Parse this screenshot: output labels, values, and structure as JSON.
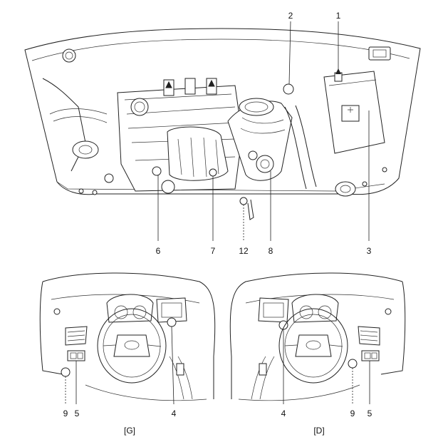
{
  "callouts": {
    "c1": "1",
    "c2": "2",
    "c3": "3",
    "c6": "6",
    "c7": "7",
    "c12": "12",
    "c8": "8",
    "c9_left": "9",
    "c5_left": "5",
    "c4_left": "4",
    "c4_right": "4",
    "c9_right": "9",
    "c5_right": "5"
  },
  "captions": {
    "left": "[G]",
    "right": "[D]"
  },
  "icons": {
    "engine": "engine-bay-illustration",
    "dash_left": "left-hand-drive-dashboard-illustration",
    "dash_right": "right-hand-drive-dashboard-illustration"
  }
}
